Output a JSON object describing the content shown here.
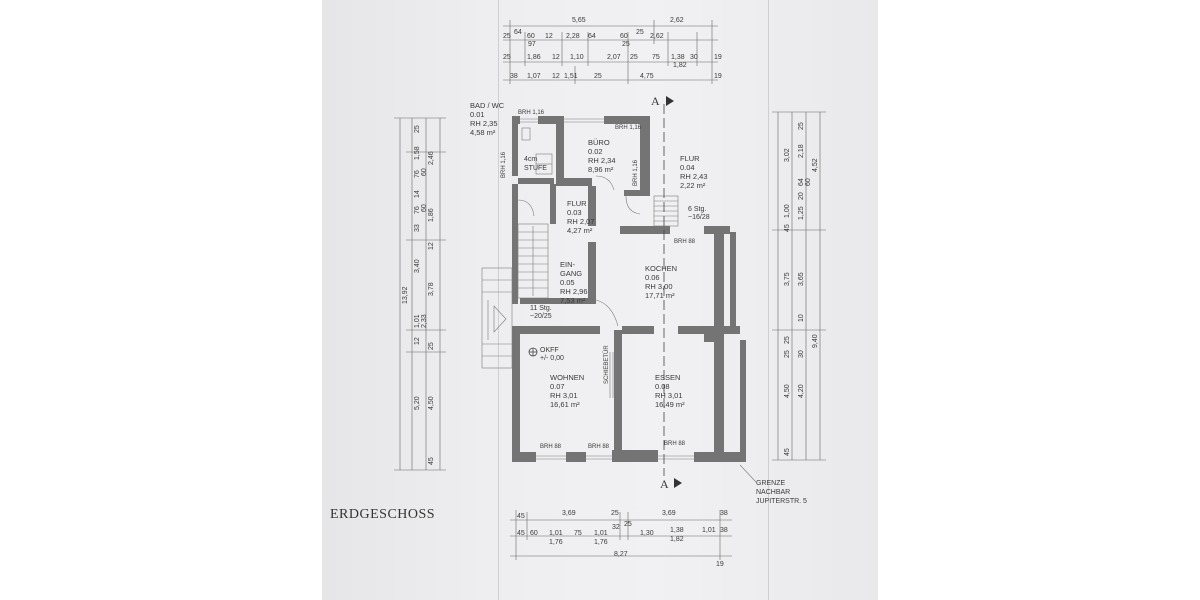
{
  "drawing": {
    "title": "ERDGESCHOSS",
    "section_marker": "A",
    "neighbor": [
      "GRENZE",
      "NACHBAR",
      "JUPITERSTR. 5"
    ],
    "okff": [
      "OKFF",
      "+/- 0,00"
    ],
    "step_note": [
      "4cm",
      "STUFE"
    ],
    "door_note": "SCHIEBETÜR",
    "stairs": {
      "main": [
        "11 Stg.",
        "~20/25"
      ],
      "small": [
        "6 Stg.",
        "~16/28"
      ]
    }
  },
  "rooms": [
    {
      "name": "BAD / WC",
      "num": "0.01",
      "rh": "RH 2,35",
      "area": "4,58 m²"
    },
    {
      "name": "BÜRO",
      "num": "0.02",
      "rh": "RH 2,34",
      "area": "8,96 m²"
    },
    {
      "name": "FLUR",
      "num": "0.03",
      "rh": "RH 2,07",
      "area": "4,27 m²"
    },
    {
      "name": "FLUR",
      "num": "0.04",
      "rh": "RH 2,43",
      "area": "2,22 m²"
    },
    {
      "name": "EIN-",
      "name2": "GANG",
      "num": "0.05",
      "rh": "RH 2,96",
      "area": "7,53 m²"
    },
    {
      "name": "KOCHEN",
      "num": "0.06",
      "rh": "RH 3,00",
      "area": "17,71 m²"
    },
    {
      "name": "WOHNEN",
      "num": "0.07",
      "rh": "RH 3,01",
      "area": "16,61 m²"
    },
    {
      "name": "ESSEN",
      "num": "0.08",
      "rh": "RH 3,01",
      "area": "16,49 m²"
    }
  ],
  "brh": {
    "b116a": "BRH 1,16",
    "b116b": "BRH 1,16",
    "b116c": "BRH 1,16",
    "b116d": "BRH 1,16",
    "b88a": "BRH 88",
    "b88b": "BRH 88",
    "b88c": "BRH 88",
    "b88d": "BRH 88"
  },
  "dims_top": {
    "r1": [
      "5,65",
      "2,62"
    ],
    "r2": [
      "25",
      "64",
      "60",
      "97",
      "12",
      "2,28",
      "64",
      "60",
      "25",
      "25",
      "2,62"
    ],
    "r3": [
      "25",
      "1,86",
      "12",
      "1,10",
      "2,07",
      "25",
      "75",
      "1,38",
      "1,82",
      "30",
      "19"
    ],
    "r4": [
      "38",
      "1,07",
      "12",
      "1,51",
      "25",
      "4,75",
      "19"
    ]
  },
  "dims_bottom": {
    "r1": [
      "45",
      "3,69",
      "25",
      "3,69",
      "38"
    ],
    "r2": [
      "45",
      "60",
      "1,01",
      "1,76",
      "75",
      "1,01",
      "1,76",
      "32",
      "25",
      "1,30",
      "1,38",
      "1,82",
      "1,01",
      "38"
    ],
    "r3": [
      "8,27",
      "19"
    ]
  },
  "dims_left": [
    "25",
    "1,58",
    "2,46",
    "76",
    "60",
    "14",
    "76",
    "60",
    "33",
    "1,86",
    "12",
    "3,40",
    "3,78",
    "13,92",
    "1,01",
    "2,33",
    "12",
    "25",
    "5,20",
    "4,50",
    "45"
  ],
  "dims_right": [
    "25",
    "3,02",
    "2,18",
    "4,52",
    "64",
    "60",
    "20",
    "1,25",
    "1,00",
    "45",
    "3,75",
    "3,65",
    "10",
    "25",
    "9,40",
    "30",
    "25",
    "4,50",
    "4,20",
    "45"
  ]
}
